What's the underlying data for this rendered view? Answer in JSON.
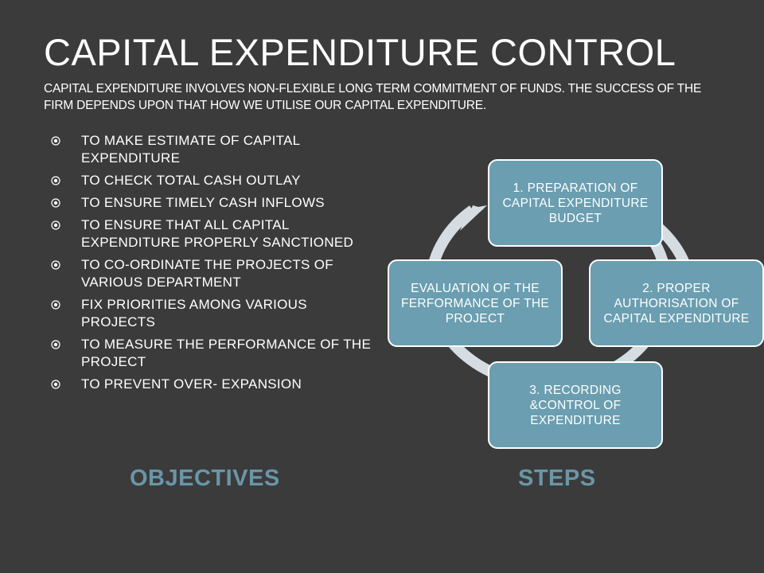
{
  "slide": {
    "title": "CAPITAL EXPENDITURE CONTROL",
    "subtitle": "CAPITAL EXPENDITURE INVOLVES NON-FLEXIBLE LONG TERM COMMITMENT OF FUNDS. THE SUCCESS OF THE FIRM DEPENDS UPON THAT HOW WE UTILISE OUR CAPITAL EXPENDITURE."
  },
  "objectives": {
    "items": [
      "TO MAKE ESTIMATE OF CAPITAL EXPENDITURE",
      "TO CHECK TOTAL CASH OUTLAY",
      "TO ENSURE TIMELY CASH INFLOWS",
      "TO ENSURE THAT ALL CAPITAL EXPENDITURE PROPERLY SANCTIONED",
      "TO CO-ORDINATE THE PROJECTS OF VARIOUS DEPARTMENT",
      "FIX PRIORITIES AMONG VARIOUS PROJECTS",
      "TO MEASURE THE PERFORMANCE OF THE PROJECT",
      "TO PREVENT OVER- EXPANSION"
    ],
    "caption": "OBJECTIVES"
  },
  "steps": {
    "items": [
      "1. PREPARATION OF CAPITAL EXPENDITURE BUDGET",
      "2. PROPER AUTHORISATION OF CAPITAL EXPENDITURE",
      "3. RECORDING &CONTROL OF EXPENDITURE",
      "EVALUATION OF THE FERFORMANCE OF THE PROJECT"
    ],
    "caption": "STEPS"
  },
  "theme": {
    "background": "#3b3b3b",
    "accent": "#6a9eb0",
    "caption_color": "#6a96a8",
    "cycle_arrow": "#d5dde3"
  },
  "icons": {
    "bullet": "circled-dot-bullet-icon",
    "cycle": "circular-arrow-icon"
  }
}
